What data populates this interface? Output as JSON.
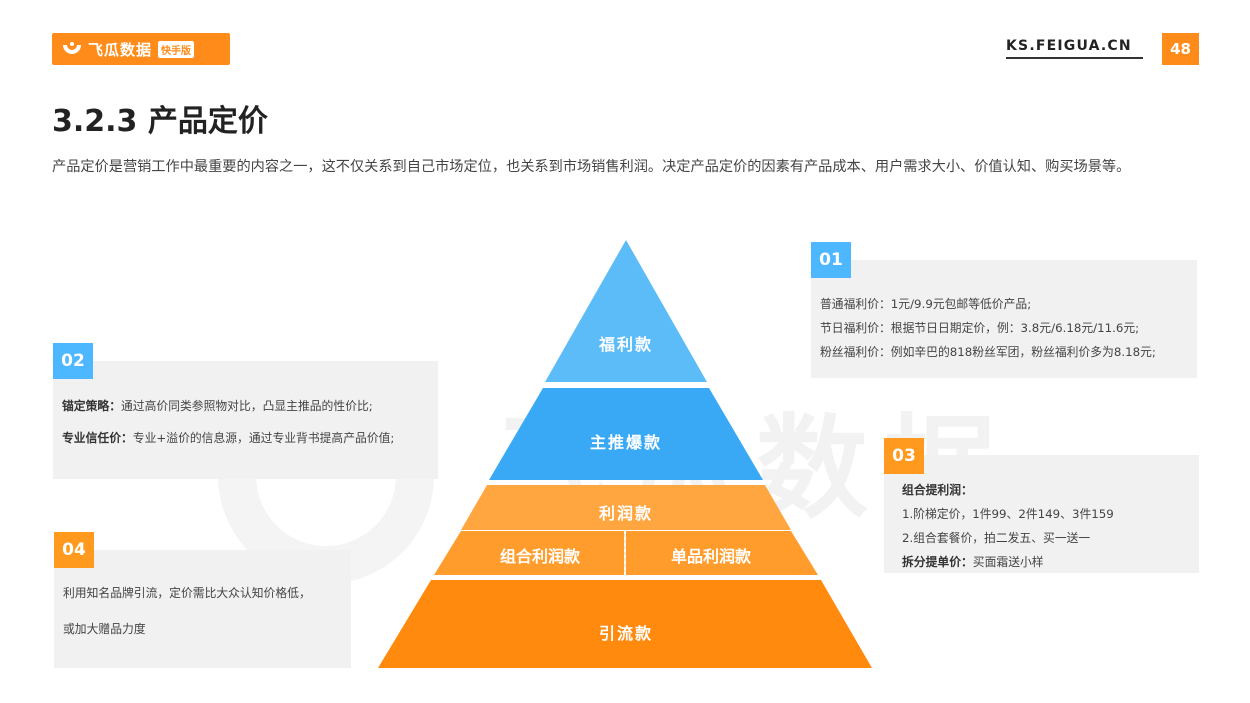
{
  "header": {
    "logo_text": "飞瓜数据",
    "logo_badge": "快手版",
    "site_url": "KS.FEIGUA.CN",
    "page_number": "48"
  },
  "title": "3.2.3 产品定价",
  "intro": "产品定价是营销工作中最重要的内容之一，这不仅关系到自己市场定位，也关系到市场销售利润。决定产品定价的因素有产品成本、用户需求大小、价值认知、购买场景等。",
  "watermark": "飞瓜数据",
  "pyramid": {
    "tiers": [
      {
        "label": "福利款",
        "color": "#5bbcf7"
      },
      {
        "label": "主推爆款",
        "color": "#3aa9f5"
      },
      {
        "label": "利润款",
        "color": "#ffa640"
      },
      {
        "label": "组合利润款",
        "color": "#ff9c2c"
      },
      {
        "label": "单品利润款",
        "color": "#ff9c2c"
      },
      {
        "label": "引流款",
        "color": "#ff8a0d"
      }
    ]
  },
  "boxes": {
    "b01": {
      "number": "01",
      "lines": [
        "普通福利价：1元/9.9元包邮等低价产品;",
        "节日福利价：根据节日日期定价，例：3.8元/6.18元/11.6元;",
        "粉丝福利价：例如辛巴的818粉丝军团，粉丝福利价多为8.18元;"
      ]
    },
    "b02": {
      "number": "02",
      "l1_bold": "锚定策略：",
      "l1_text": "通过高价同类参照物对比，凸显主推品的性价比;",
      "l2_bold": "专业信任价：",
      "l2_text": "专业+溢价的信息源，通过专业背书提高产品价值;"
    },
    "b03": {
      "number": "03",
      "l1_bold": "组合提利润：",
      "l2": "1.阶梯定价，1件99、2件149、3件159",
      "l3": "2.组合套餐价，拍二发五、买一送一",
      "l4_bold": "拆分提单价：",
      "l4_text": "买面霜送小样"
    },
    "b04": {
      "number": "04",
      "l1": "利用知名品牌引流，定价需比大众认知价格低，",
      "l2": "或加大赠品力度"
    }
  }
}
